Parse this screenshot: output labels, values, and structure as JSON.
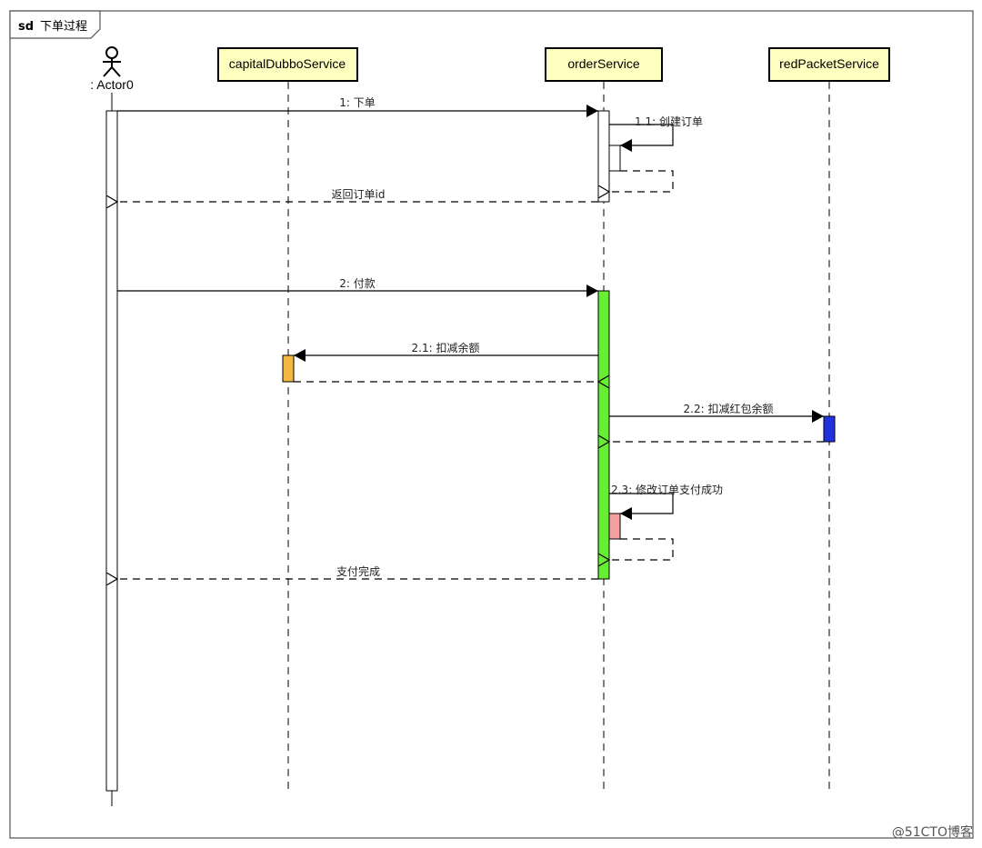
{
  "frame": {
    "keyword": "sd",
    "title": "下单过程"
  },
  "actor": {
    "name": ": Actor0"
  },
  "lifelines": [
    {
      "id": "capital",
      "name": "capitalDubboService"
    },
    {
      "id": "order",
      "name": "orderService"
    },
    {
      "id": "redpacket",
      "name": "redPacketService"
    }
  ],
  "messages": [
    {
      "id": "m1",
      "label": "1: 下单"
    },
    {
      "id": "m1_1",
      "label": "1.1: 创建订单"
    },
    {
      "id": "r1",
      "label": "返回订单id"
    },
    {
      "id": "m2",
      "label": "2: 付款"
    },
    {
      "id": "m2_1",
      "label": "2.1: 扣减余额"
    },
    {
      "id": "m2_2",
      "label": "2.2: 扣减红包余额"
    },
    {
      "id": "m2_3",
      "label": "2.3: 修改订单支付成功"
    },
    {
      "id": "r2",
      "label": "支付完成"
    }
  ],
  "colors": {
    "head_fill": "#ffffc0",
    "activation_green": "#66ee33",
    "activation_orange": "#f4b740",
    "activation_blue": "#2233dd",
    "activation_pink": "#f4a0a0",
    "frame_tab": "#ffffff"
  },
  "watermark": "@51CTO博客"
}
